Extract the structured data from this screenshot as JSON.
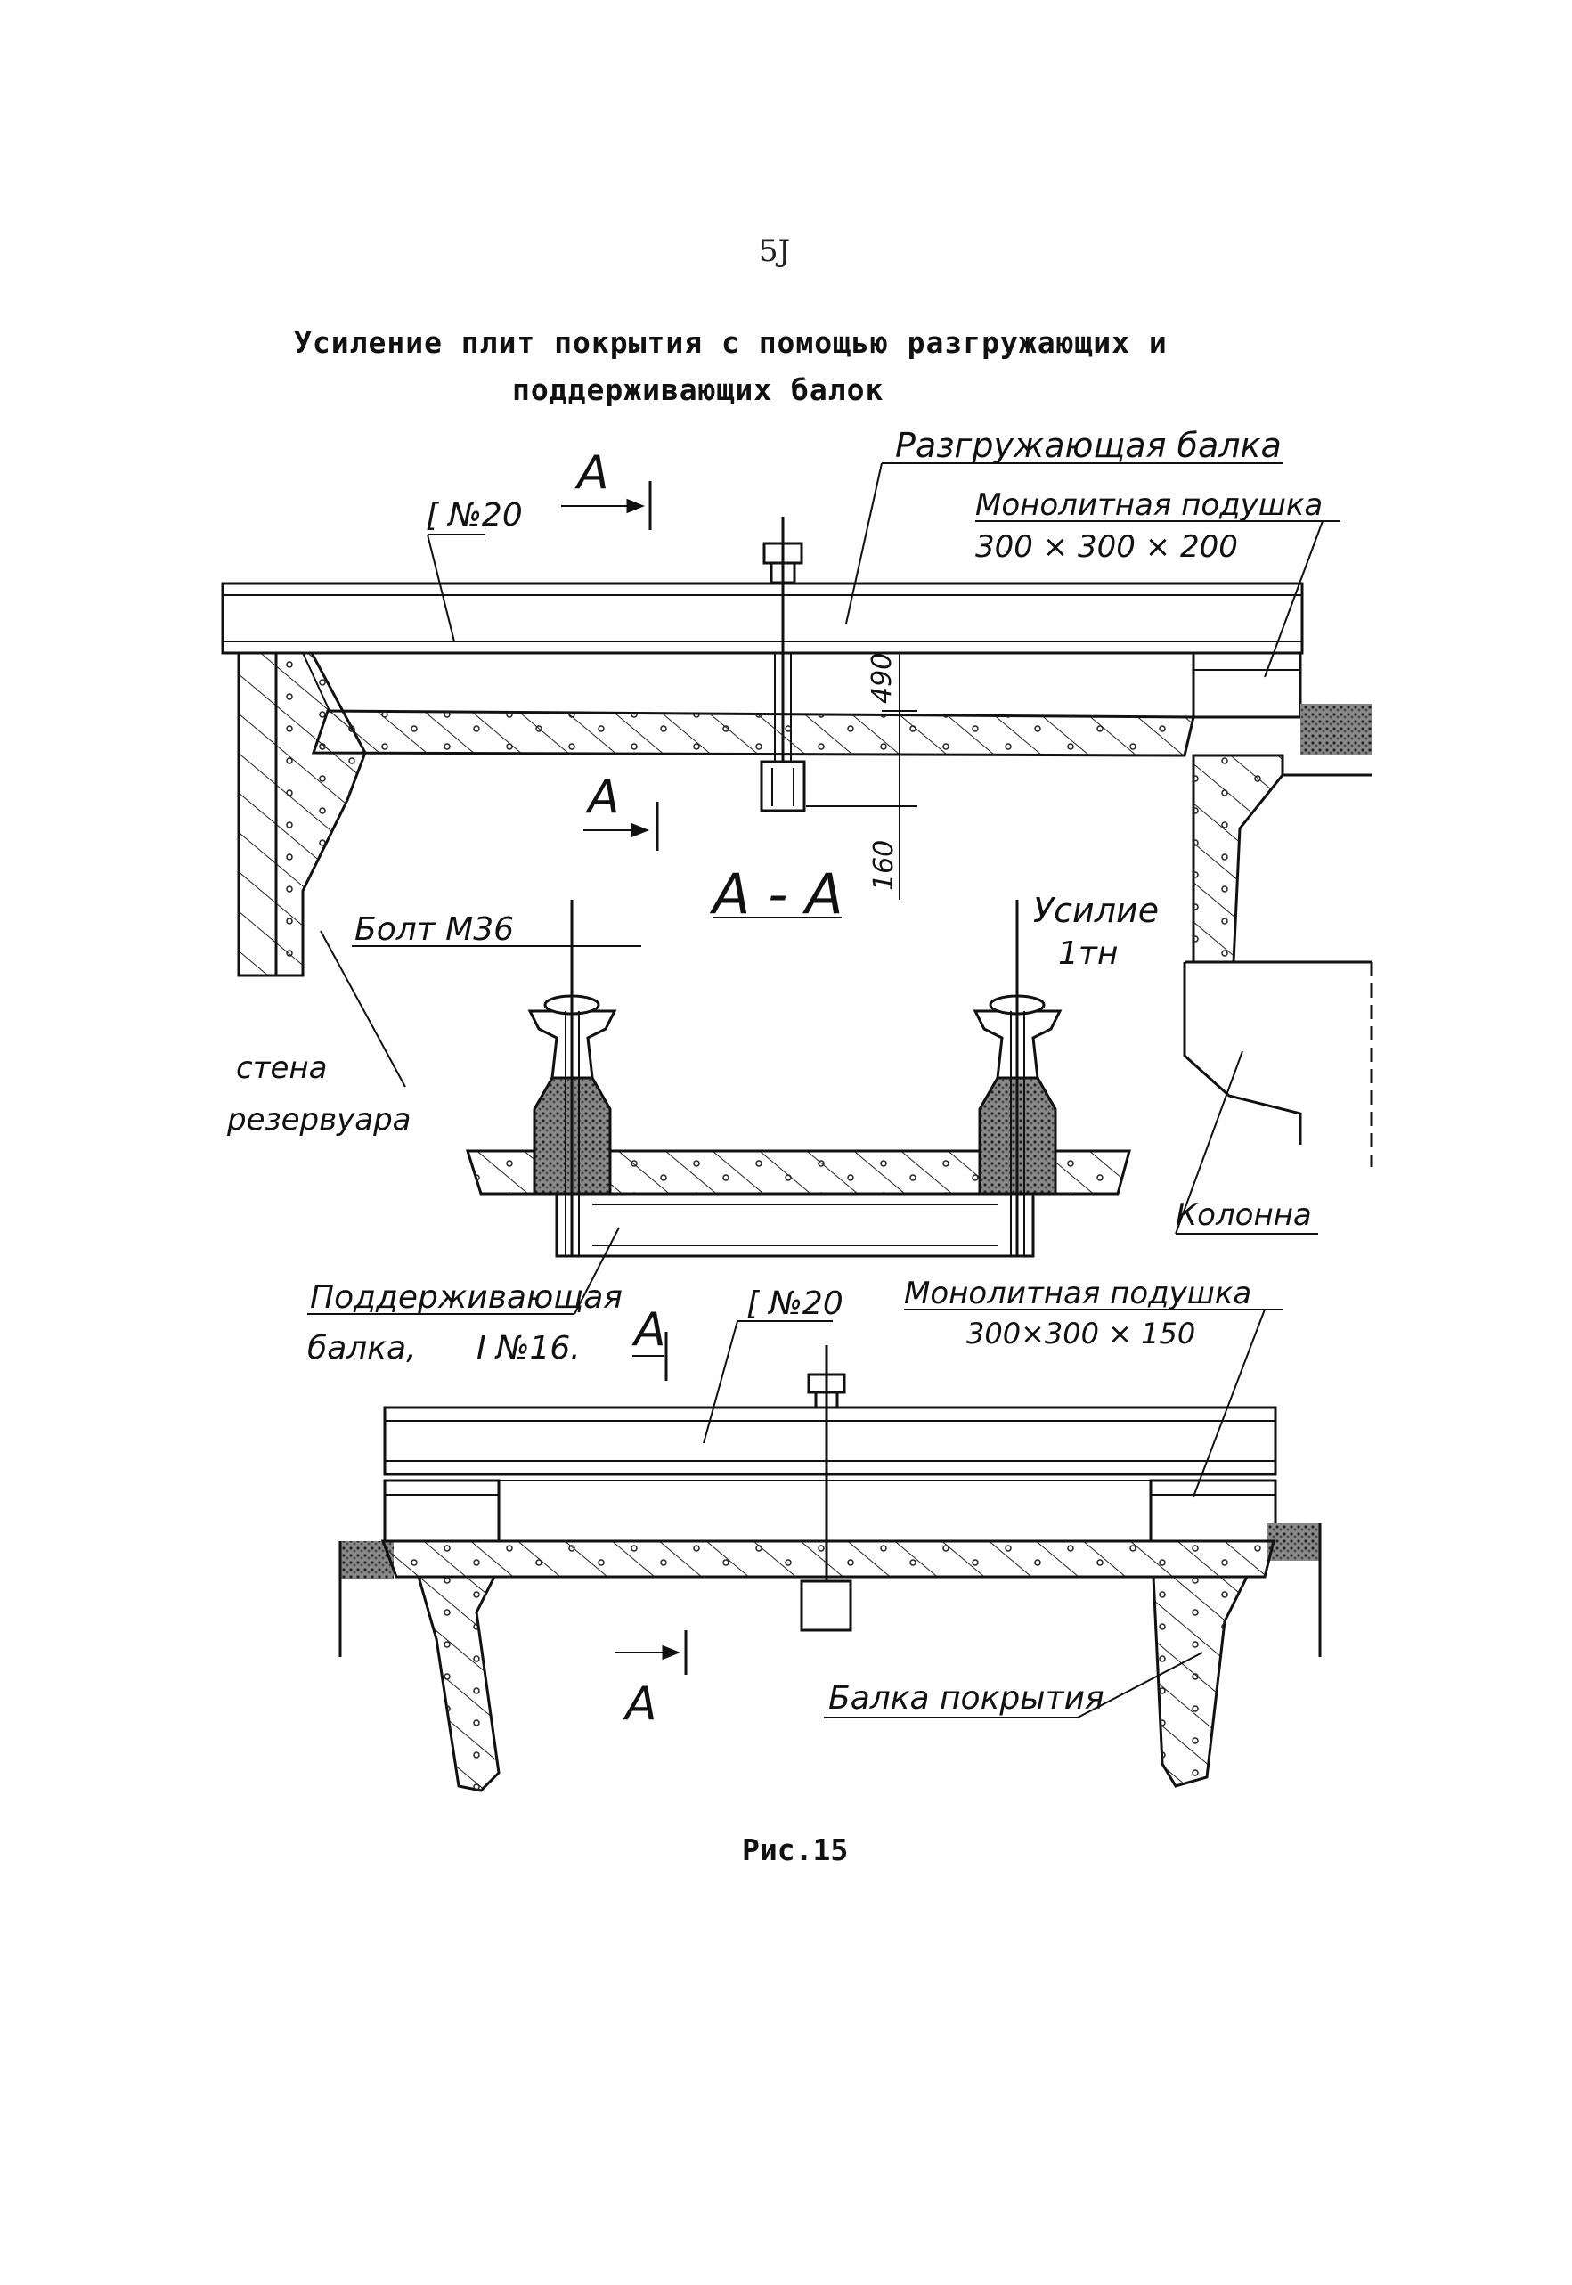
{
  "page_number": "5Ј",
  "title_line1": "Усиление плит покрытия с помощью разгружающих и",
  "title_line2": "поддерживающих балок",
  "caption": "Рис.15",
  "top_view": {
    "channel_label": "[ №20",
    "unloading_beam_label": "Разгружающая балка",
    "pad_label": "Монолитная подушка",
    "pad_size": "300 × 300 × 200",
    "dim_upper": "490",
    "dim_lower": "160",
    "cut_mark_top": "А",
    "cut_mark_bottom": "А",
    "wall_label_1": "стена",
    "wall_label_2": "резервуара",
    "column_label": "Колонна"
  },
  "section": {
    "title": "А - А",
    "bolt_label": "Болт М36",
    "force_label_1": "Усилие",
    "force_label_2": "1тн",
    "support_beam_label_1": "Поддерживающая",
    "support_beam_label_2": "балка,",
    "support_beam_profile": "I №16."
  },
  "bottom_view": {
    "channel_label": "[ №20",
    "pad_label": "Монолитная подушка",
    "pad_size": "300×300 × 150",
    "cut_mark_top": "А",
    "cut_mark_bottom": "А",
    "roof_beam_label": "Балка покрытия"
  }
}
